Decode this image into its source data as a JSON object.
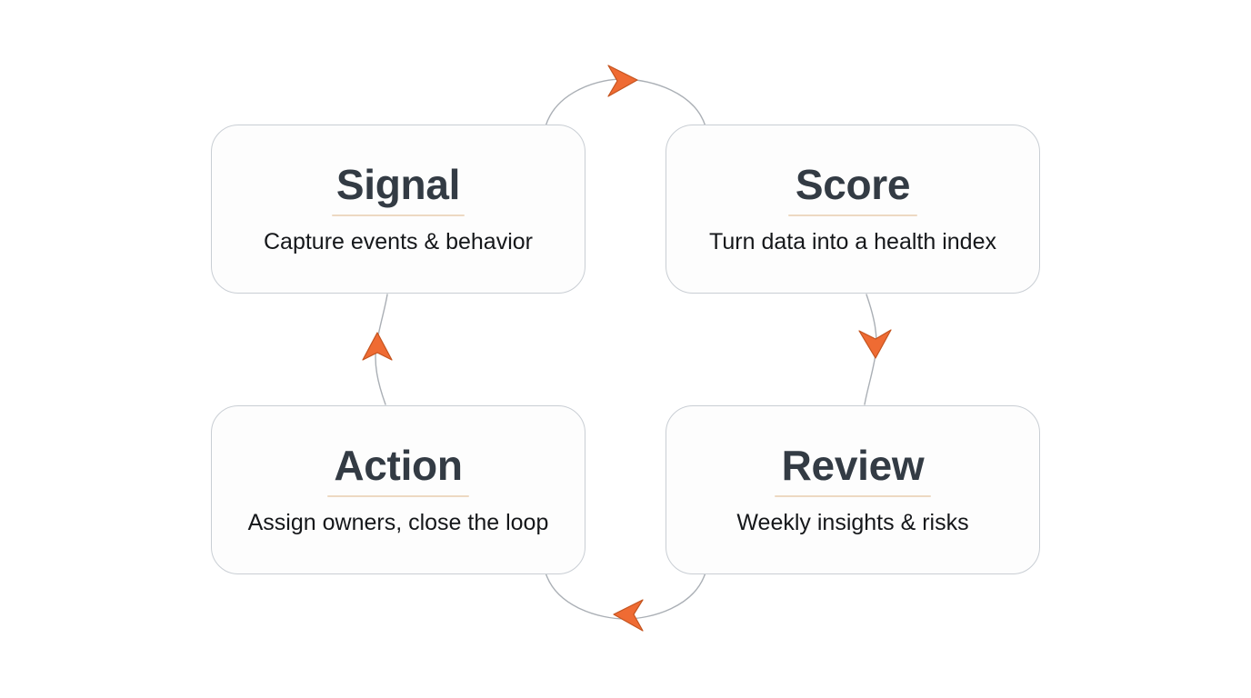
{
  "diagram": {
    "type": "cycle",
    "direction": "clockwise",
    "background_color": "#ffffff",
    "accent_color": "#ef6b33",
    "connector_color": "#aaafb5",
    "title_color": "#333b44",
    "underline_color": "#edd9c2",
    "card_border_color": "#c9ced4",
    "card_fill_color": "#fdfdfd",
    "nodes": [
      {
        "id": "signal",
        "title": "Signal",
        "subtitle": "Capture events & behavior",
        "position": "top-left"
      },
      {
        "id": "score",
        "title": "Score",
        "subtitle": "Turn data into a health index",
        "position": "top-right"
      },
      {
        "id": "review",
        "title": "Review",
        "subtitle": "Weekly insights & risks",
        "position": "bottom-right"
      },
      {
        "id": "action",
        "title": "Action",
        "subtitle": "Assign owners, close the loop",
        "position": "bottom-left"
      }
    ],
    "connectors": [
      {
        "id": "signal-to-score",
        "from": "signal",
        "to": "score",
        "shape": "arc-top",
        "arrow": "arrow-right-icon"
      },
      {
        "id": "score-to-review",
        "from": "score",
        "to": "review",
        "shape": "line-right",
        "arrow": "arrow-down-icon"
      },
      {
        "id": "review-to-action",
        "from": "review",
        "to": "action",
        "shape": "arc-bottom",
        "arrow": "arrow-left-icon"
      },
      {
        "id": "action-to-signal",
        "from": "action",
        "to": "signal",
        "shape": "line-left",
        "arrow": "arrow-up-icon"
      }
    ]
  }
}
